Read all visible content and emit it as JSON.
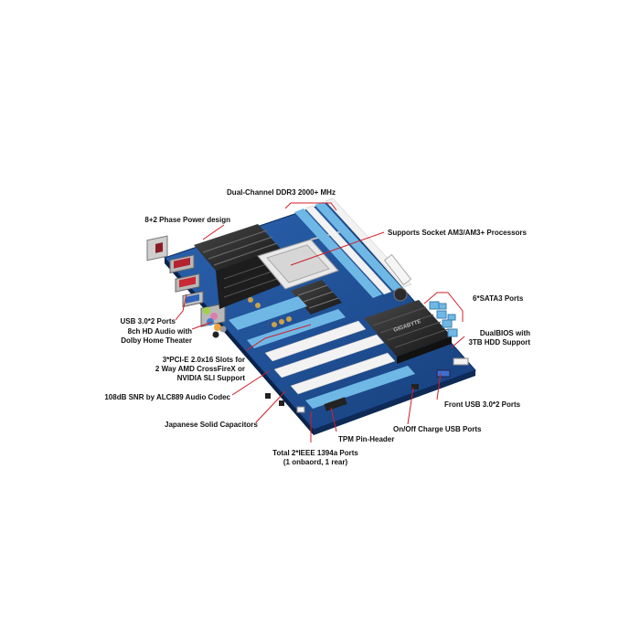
{
  "labels": {
    "ddr3": "Dual-Channel DDR3 2000+ MHz",
    "power": "8+2 Phase Power design",
    "socket": "Supports Socket AM3/AM3+ Processors",
    "sata": "6*SATA3 Ports",
    "usb_rear": "USB 3.0*2 Ports",
    "audio_line1": "8ch HD Audio with",
    "audio_line2": "Dolby Home Theater",
    "dualbios_line1": "DualBIOS with",
    "dualbios_line2": "3TB HDD Support",
    "pcie_line1": "3*PCI-E 2.0x16 Slots for",
    "pcie_line2": "2 Way AMD CrossFireX or",
    "pcie_line3": "NVIDIA SLI Support",
    "front_usb": "Front USB 3.0*2 Ports",
    "snr": "108dB SNR by ALC889 Audio Codec",
    "capacitors": "Japanese Solid Capacitors",
    "onoff": "On/Off Charge USB Ports",
    "tpm": "TPM Pin-Header",
    "ieee_line1": "Total 2*IEEE 1394a Ports",
    "ieee_line2": "(1 onbaord, 1 rear)"
  },
  "colors": {
    "pcb": "#1f4f95",
    "slot_blue": "#6fb8e6",
    "slot_white": "#f2f2f2",
    "heatsink": "#2a2a2a",
    "callout": "#d0202a"
  },
  "chipset_mark": "GIGABYTE"
}
